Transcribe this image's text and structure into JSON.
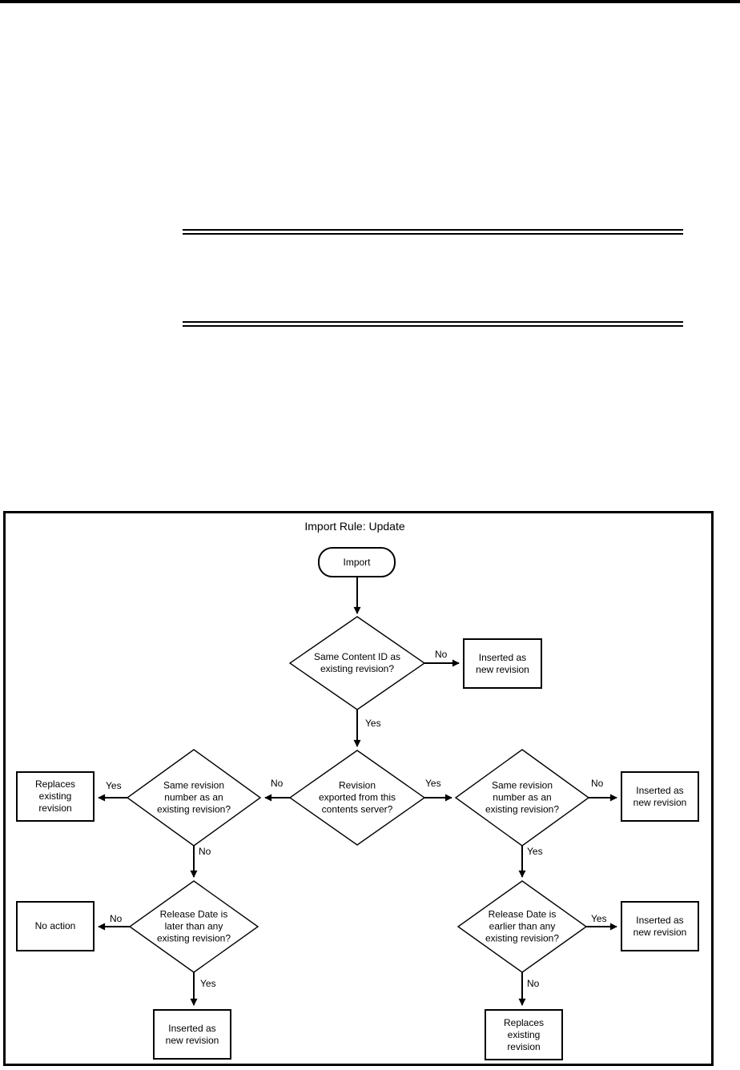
{
  "colors": {
    "ink": "#000000",
    "background": "#ffffff"
  },
  "diagram": {
    "title": "Import Rule: Update",
    "nodes": {
      "start": "Import",
      "d1": "Same Content ID as\nexisting revision?",
      "d2": "Revision\nexported from this\ncontents server?",
      "d3": "Same revision\nnumber as an\nexisting revision?",
      "d4": "Release Date is\nlater than any\nexisting revision?",
      "d5": "Same revision\nnumber as an\nexisting revision?",
      "d6": "Release Date is\nearlier than any\nexisting revision?",
      "b1": "Inserted as\nnew revision",
      "b2": "Replaces\nexisting\nrevision",
      "b3": "No action",
      "b4": "Inserted as\nnew revision",
      "b5": "Inserted as\nnew revision",
      "b6": "Inserted as\nnew revision",
      "b7": "Replaces\nexisting\nrevision"
    },
    "edges": {
      "d1_no": "No",
      "d1_yes": "Yes",
      "d2_no": "No",
      "d2_yes": "Yes",
      "d3_yes": "Yes",
      "d3_no": "No",
      "d4_no": "No",
      "d4_yes": "Yes",
      "d5_no": "No",
      "d5_yes": "Yes",
      "d6_yes": "Yes",
      "d6_no": "No"
    }
  }
}
